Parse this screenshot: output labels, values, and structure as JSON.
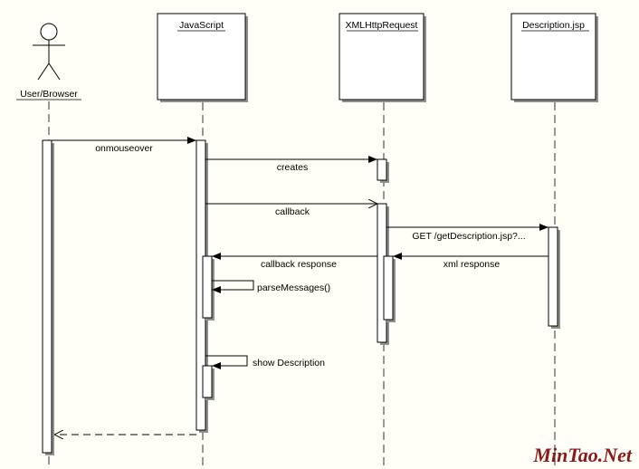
{
  "participants": {
    "actor": "User/Browser",
    "javascript": "JavaScript",
    "xhr": "XMLHttpRequest",
    "jsp": "Description.jsp"
  },
  "messages": {
    "onmouseover": "onmouseover",
    "creates": "creates",
    "callback": "callback",
    "get": "GET /getDescription.jsp?...",
    "callback_response": "callback response",
    "xml_response": "xml response",
    "parse_messages": "parseMessages()",
    "show_description": "show Description"
  },
  "watermark": "MinTao.Net",
  "colors": {
    "background": "#fffff7",
    "line": "#000000",
    "shadow": "#8f8f8f",
    "watermark": "#8b1a1a"
  }
}
